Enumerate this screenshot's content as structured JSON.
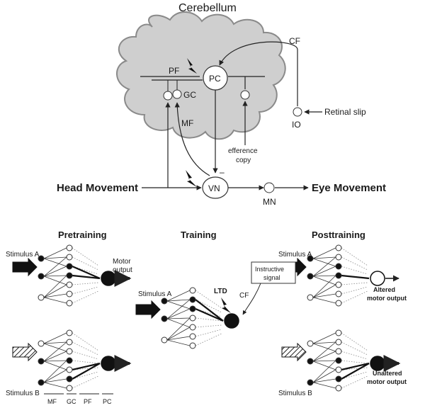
{
  "top": {
    "title": "Cerebellum",
    "pf": "PF",
    "pc": "PC",
    "gc": "GC",
    "mf": "MF",
    "cf": "CF",
    "io": "IO",
    "retinal_slip": "Retinal slip",
    "efference_line1": "efference",
    "efference_line2": "copy",
    "vn": "VN",
    "vn_sign": "–",
    "mn": "MN",
    "head_movement": "Head Movement",
    "eye_movement": "Eye Movement"
  },
  "panels": {
    "pretraining": {
      "title": "Pretraining",
      "stimulus_a": "Stimulus A",
      "stimulus_b": "Stimulus B",
      "output_line1": "Motor",
      "output_line2": "output"
    },
    "training": {
      "title": "Training",
      "stimulus_a": "Stimulus A",
      "ltd": "LTD",
      "cf": "CF",
      "instructive_line1": "Instructive",
      "instructive_line2": "signal"
    },
    "posttraining": {
      "title": "Posttraining",
      "stimulus_a": "Stimulus A",
      "stimulus_b": "Stimulus B",
      "altered_line1": "Altered",
      "altered_line2": "motor output",
      "unaltered_line1": "Unaltered",
      "unaltered_line2": "motor output"
    }
  },
  "legend": {
    "mf": "MF",
    "gc": "GC",
    "pf": "PF",
    "pc": "PC"
  }
}
